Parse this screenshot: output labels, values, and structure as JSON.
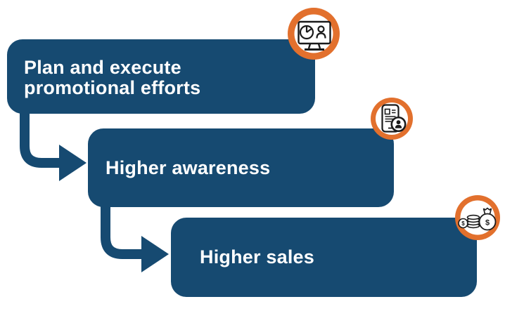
{
  "colors": {
    "box_fill": "#164A71",
    "icon_ring_orange": "#E2702D",
    "text": "#FFFFFF",
    "icon_glyph": "#1A1A1A",
    "background": "#FFFFFF"
  },
  "flow": {
    "type": "cascading-process-diagram",
    "steps": [
      {
        "lines": [
          "Plan and execute",
          "promotional efforts"
        ],
        "icon": "analytics-monitor-icon"
      },
      {
        "lines": [
          "Higher awareness"
        ],
        "icon": "smartphone-audience-icon"
      },
      {
        "lines": [
          "Higher sales"
        ],
        "icon": "money-bag-icon"
      }
    ],
    "connectors": [
      "elbow-arrow-step1-to-step2",
      "elbow-arrow-step2-to-step3"
    ]
  },
  "icons": {
    "dollar": "$"
  }
}
